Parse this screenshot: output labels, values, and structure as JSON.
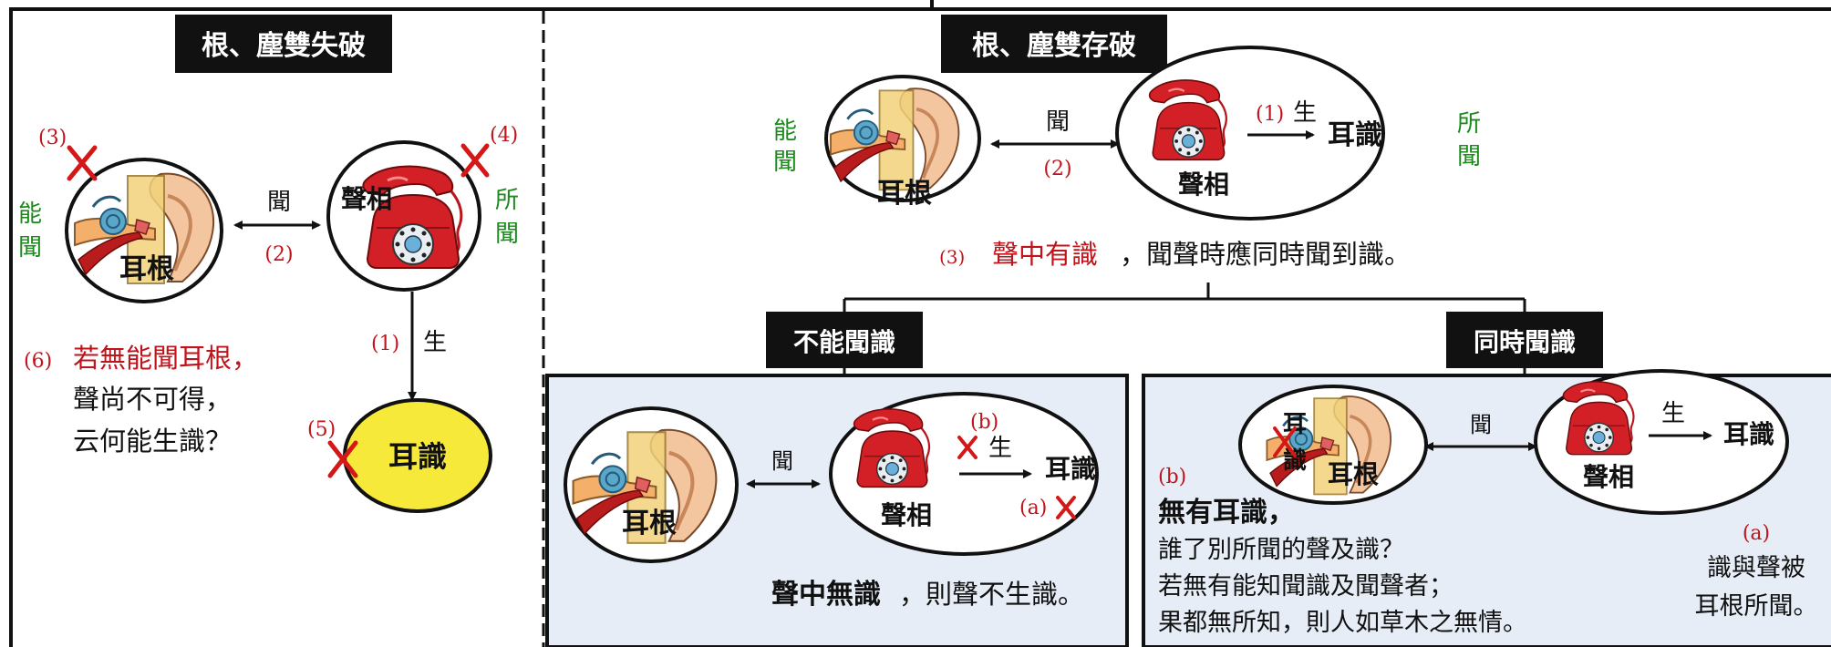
{
  "colors": {
    "red": "#c0141c",
    "green": "#1a8a1a",
    "black": "#111111",
    "panel_fill": "#e6edf6",
    "yellow": "#f7e93a"
  },
  "icons": [
    "ear-icon",
    "red-telephone-icon",
    "cross-mark-icon",
    "arrow-icon"
  ],
  "left_panel": {
    "title": "根、塵雙失破",
    "ear_label": "耳根",
    "phone_label": "聲相",
    "hear": "聞",
    "num_2": "(2)",
    "num_3": "(3)",
    "num_4": "(4)",
    "num_1": "(1)",
    "sheng": "生",
    "num_5": "(5)",
    "consciousness": "耳識",
    "neng": "能",
    "wen_left": "聞",
    "suo": "所",
    "wen_right": "聞",
    "para_num": "(6)",
    "para_red": "若無能聞耳根，",
    "para_line2": "聲尚不可得，",
    "para_line3": "云何能生識？"
  },
  "right_top": {
    "title": "根、塵雙存破",
    "neng": "能",
    "wen_left": "聞",
    "suo": "所",
    "wen_right": "聞",
    "ear_label": "耳根",
    "phone_label": "聲相",
    "hear": "聞",
    "num_2": "(2)",
    "num_1": "(1)",
    "sheng": "生",
    "consciousness": "耳識",
    "stmt_num": "(3)",
    "stmt_red": "聲中有識",
    "stmt_black": "，聞聲時應同時聞到識。"
  },
  "bottom_left": {
    "title": "不能聞識",
    "ear_label": "耳根",
    "phone_label": "聲相",
    "hear": "聞",
    "b_label": "(b)",
    "sheng": "生",
    "consciousness": "耳識",
    "a_label": "(a)",
    "stmt_bold": "聲中無識",
    "stmt_rest": "，則聲不生識。"
  },
  "bottom_right": {
    "title": "同時聞識",
    "ear_label_1": "耳",
    "ear_label_2": "識",
    "ear_label_3": "耳根",
    "phone_label": "聲相",
    "hear": "聞",
    "sheng": "生",
    "consciousness": "耳識",
    "b_label": "(b)",
    "bold_line": "無有耳識，",
    "line2": "誰了別所聞的聲及識？",
    "line3": "若無有能知聞識及聞聲者；",
    "line4": "果都無所知，則人如草木之無情。",
    "a_label": "(a)",
    "side_line1": "識與聲被",
    "side_line2": "耳根所聞。"
  }
}
